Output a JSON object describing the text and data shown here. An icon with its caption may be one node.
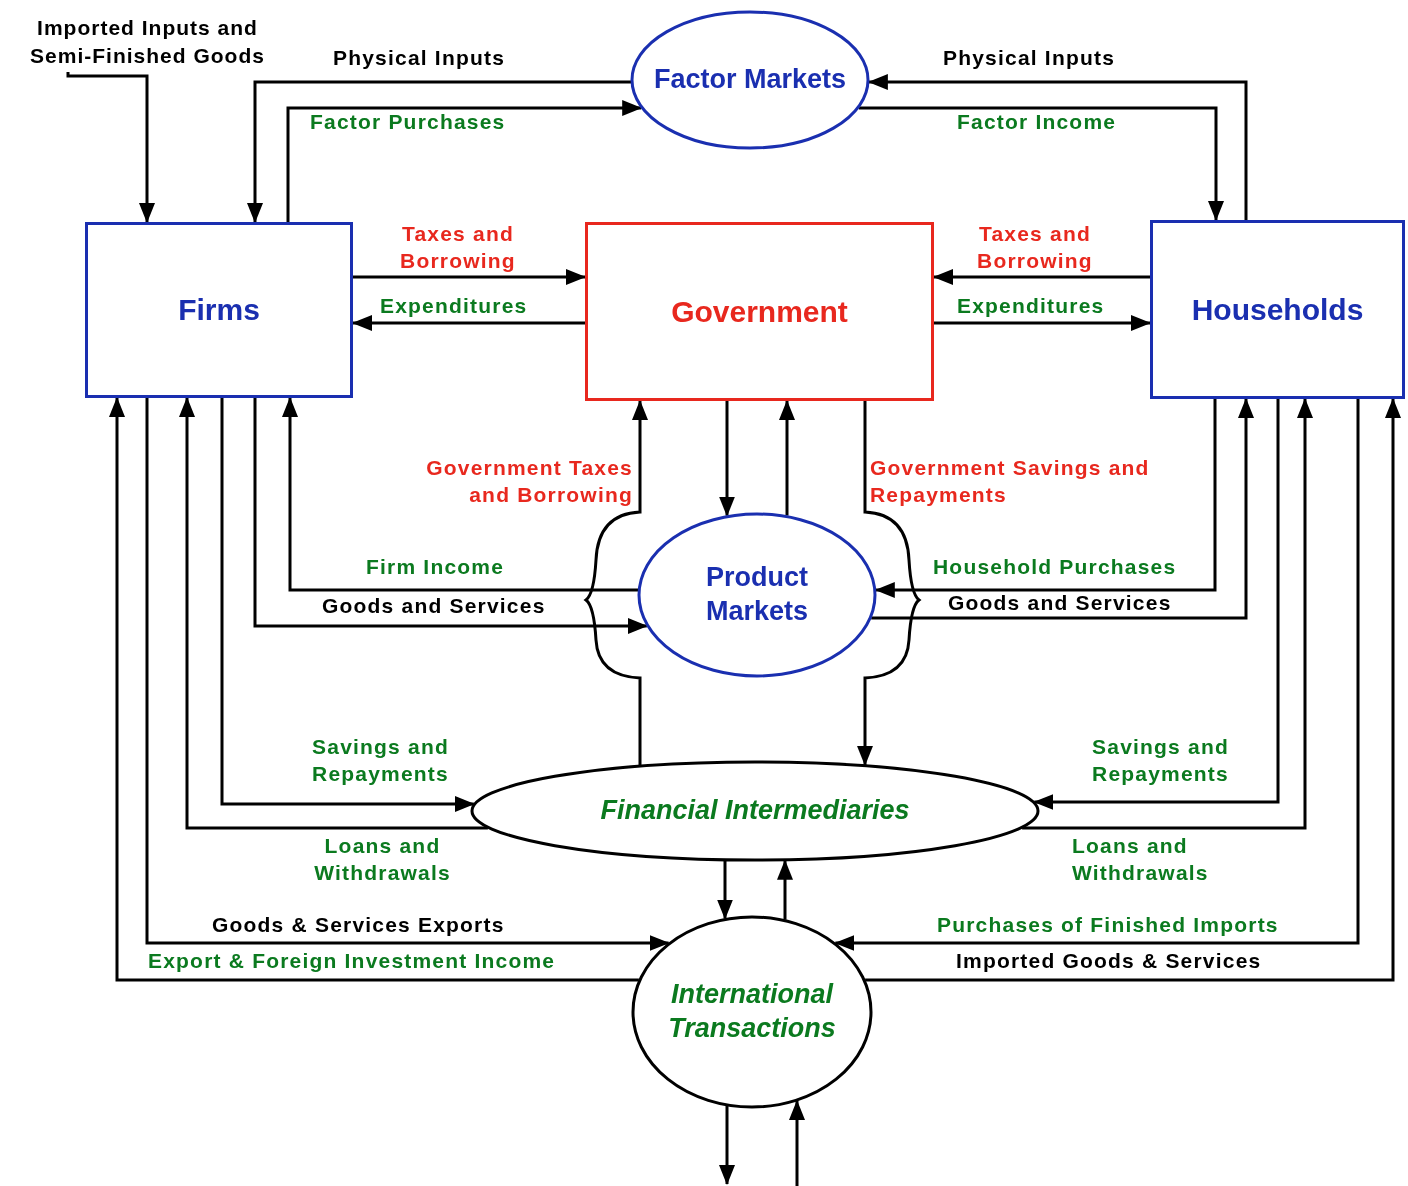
{
  "diagram": {
    "nodes": [
      {
        "text": [
          "Factor Markets"
        ]
      },
      {
        "text": [
          "Firms"
        ]
      },
      {
        "text": [
          "Government"
        ]
      },
      {
        "text": [
          "Households"
        ]
      },
      {
        "text": [
          "Product Markets"
        ]
      },
      {
        "text": [
          "Financial Intermediaries"
        ]
      },
      {
        "text": [
          "International Transactions"
        ]
      },
      {
        "text": [
          "Imported Inputs and Semi-Finished Goods"
        ]
      }
    ],
    "edges": [
      {
        "from": 7,
        "to": 1,
        "arrow": "to"
      },
      {
        "from": 0,
        "to": 1,
        "arrow": "to",
        "label": "Physical Inputs"
      },
      {
        "from": 1,
        "to": 0,
        "arrow": "to",
        "label": "Factor Purchases"
      },
      {
        "from": 3,
        "to": 0,
        "arrow": "to",
        "label": "Physical Inputs"
      },
      {
        "from": 0,
        "to": 3,
        "arrow": "to",
        "label": "Factor Income"
      },
      {
        "from": 1,
        "to": 2,
        "arrow": "to",
        "label": "Taxes and Borrowing"
      },
      {
        "from": 2,
        "to": 1,
        "arrow": "to",
        "label": "Expenditures"
      },
      {
        "from": 3,
        "to": 2,
        "arrow": "to",
        "label": "Taxes and Borrowing"
      },
      {
        "from": 2,
        "to": 3,
        "arrow": "to",
        "label": "Expenditures"
      },
      {
        "from": 5,
        "to": 2,
        "arrow": "to",
        "label": "Government Taxes and Borrowing"
      },
      {
        "from": 2,
        "to": 5,
        "arrow": "to",
        "label": "Government Savings and Repayments"
      },
      {
        "from": 2,
        "to": 4,
        "arrow": "to"
      },
      {
        "from": 4,
        "to": 2,
        "arrow": "to"
      },
      {
        "from": 4,
        "to": 1,
        "arrow": "to",
        "label": "Firm Income"
      },
      {
        "from": 1,
        "to": 4,
        "arrow": "to",
        "label": "Goods and Services"
      },
      {
        "from": 3,
        "to": 4,
        "arrow": "to",
        "label": "Household Purchases"
      },
      {
        "from": 4,
        "to": 3,
        "arrow": "to",
        "label": "Goods and Services"
      },
      {
        "from": 1,
        "to": 5,
        "arrow": "to",
        "label": "Savings and Repayments"
      },
      {
        "from": 5,
        "to": 1,
        "arrow": "to",
        "label": "Loans and Withdrawals"
      },
      {
        "from": 3,
        "to": 5,
        "arrow": "to",
        "label": "Savings and Repayments"
      },
      {
        "from": 5,
        "to": 3,
        "arrow": "to",
        "label": "Loans and Withdrawals"
      },
      {
        "from": 5,
        "to": 6,
        "arrow": "to"
      },
      {
        "from": 6,
        "to": 5,
        "arrow": "to"
      },
      {
        "from": 1,
        "to": 6,
        "arrow": "to",
        "label": "Goods & Services Exports"
      },
      {
        "from": 6,
        "to": 1,
        "arrow": "to",
        "label": "Export & Foreign Investment Income"
      },
      {
        "from": 3,
        "to": 6,
        "arrow": "to",
        "label": "Purchases of Finished Imports"
      },
      {
        "from": 6,
        "to": 3,
        "arrow": "to",
        "label": "Imported Goods & Services"
      },
      {
        "from": 6,
        "to": null,
        "arrow": "to"
      },
      {
        "from": null,
        "to": 6,
        "arrow": "to"
      }
    ]
  }
}
